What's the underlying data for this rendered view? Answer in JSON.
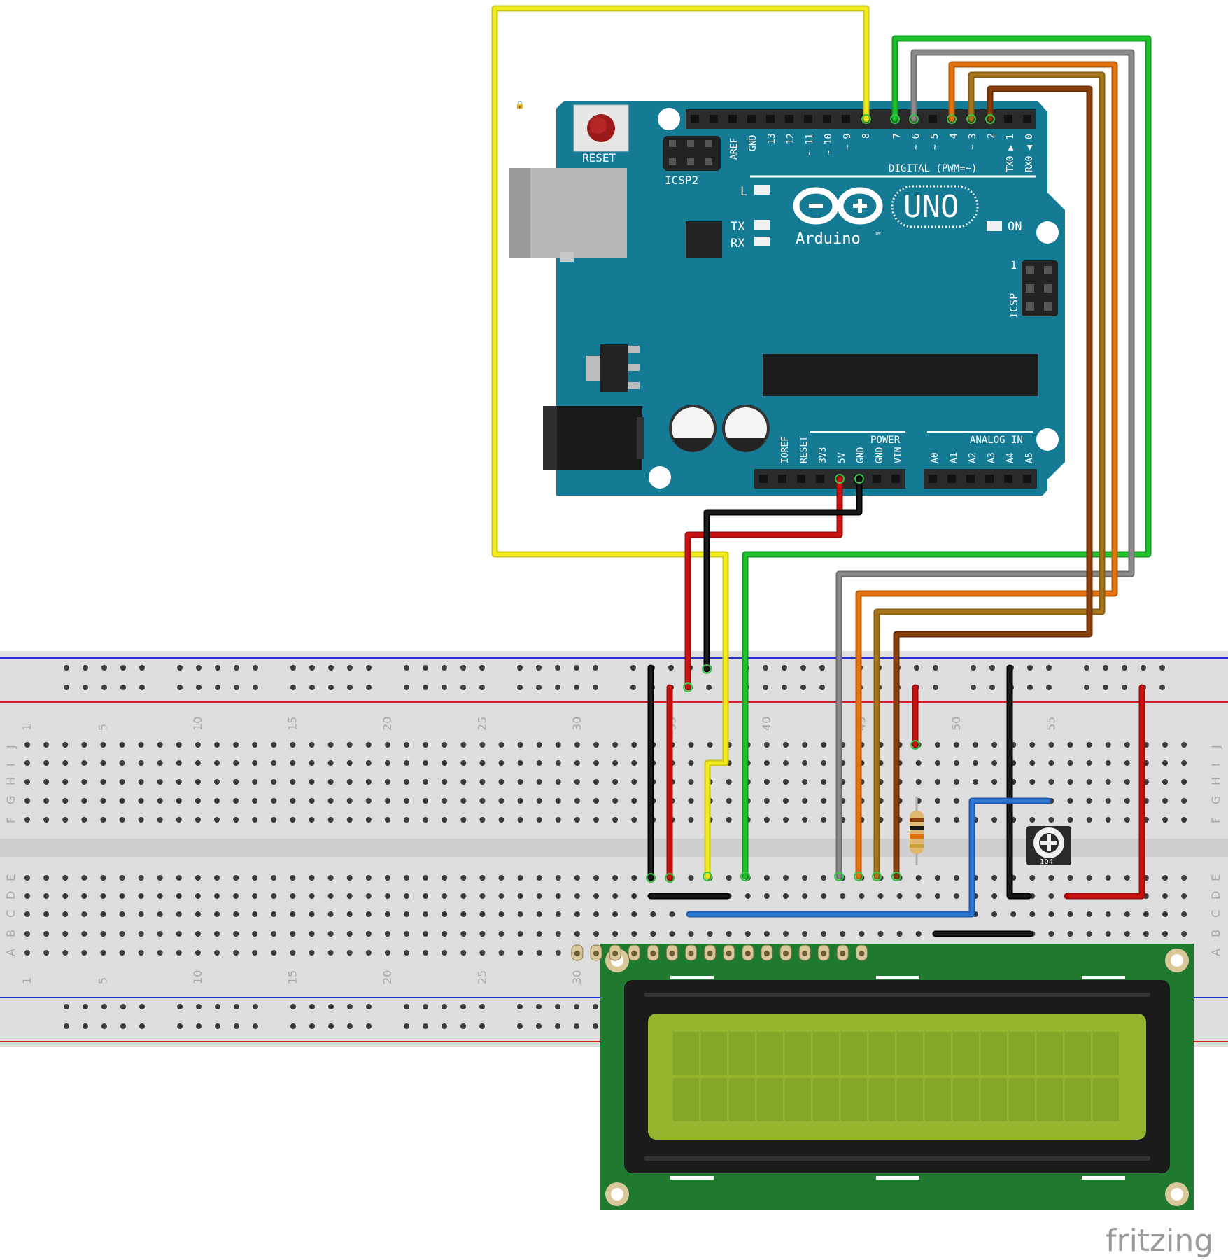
{
  "arduino": {
    "reset_label": "RESET",
    "icsp2_label": "ICSP2",
    "icsp_label": "ICSP",
    "icsp_pin1": "1",
    "l_label": "L",
    "tx_label": "TX",
    "rx_label": "RX",
    "on_label": "ON",
    "uno_label": "UNO",
    "brand_label": "Arduino",
    "tm_label": "TM",
    "digital_label": "DIGITAL (PWM=~)",
    "power_label": "POWER",
    "analog_label": "ANALOG IN",
    "header_top_left": [
      "AREF",
      "GND",
      "13",
      "12",
      "~ 11",
      "~ 10",
      "~ 9",
      "8"
    ],
    "header_top_right": [
      "7",
      "~ 6",
      "~ 5",
      "4",
      "~ 3",
      "2",
      "TX0 ▶ 1",
      "RX0 ◀ 0"
    ],
    "header_power": [
      "IOREF",
      "RESET",
      "3V3",
      "5V",
      "GND",
      "GND",
      "VIN"
    ],
    "header_analog": [
      "A0",
      "A1",
      "A2",
      "A3",
      "A4",
      "A5"
    ]
  },
  "breadboard": {
    "column_numbers": [
      "1",
      "5",
      "10",
      "15",
      "20",
      "25",
      "30",
      "35",
      "40",
      "45",
      "50",
      "55"
    ],
    "rows_top": [
      "J",
      "I",
      "H",
      "G",
      "F"
    ],
    "rows_bottom": [
      "E",
      "D",
      "C",
      "B",
      "A"
    ]
  },
  "potentiometer": {
    "label": "104"
  },
  "lcd": {
    "columns": 16,
    "rows": 2
  },
  "wires": {
    "yellow": "#f2ec1c",
    "green": "#1fc12d",
    "gray": "#8c8c8c",
    "orange": "#e4720f",
    "ochre": "#a8771b",
    "brown": "#8a3e0a",
    "red": "#cc1111",
    "black": "#1a1a1a",
    "blue": "#2a78d4"
  },
  "colors": {
    "board": "#157a94",
    "lcd_pcb": "#1f7a2f",
    "lcd_screen": "#95b52e",
    "breadboard": "#dedede"
  },
  "watermark": "fritzing"
}
